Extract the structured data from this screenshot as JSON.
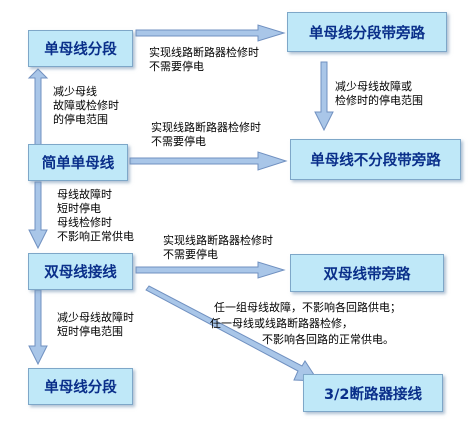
{
  "boxes": {
    "single_busbar_sectioned_top": "单母线分段",
    "single_busbar_sectioned_bypass": "单母线分段带旁路",
    "simple_single_busbar": "简单单母线",
    "single_busbar_unsectioned_bypass": "单母线不分段带旁路",
    "double_busbar": "双母线接线",
    "double_busbar_bypass": "双母线带旁路",
    "single_busbar_sectioned_bottom": "单母线分段",
    "breaker_3_2": "3/2断路器接线"
  },
  "notes": {
    "top_horizontal": [
      "实现线路断路器检修时",
      "不需要停电"
    ],
    "right_top_vertical": [
      "减少母线故障或",
      "检修时的停电范围"
    ],
    "left_top_vertical": [
      "减少母线",
      "故障或检修时",
      "的停电范围"
    ],
    "middle_horizontal": [
      "实现线路断路器检修时",
      "不需要停电"
    ],
    "left_middle_vertical": [
      "母线故障时",
      "短时停电",
      "母线检修时",
      "不影响正常供电"
    ],
    "lower_horizontal": [
      "实现线路断路器检修时",
      "不需要停电"
    ],
    "left_bottom_vertical": [
      "减少母线故障时",
      "短时停电范围"
    ],
    "diagonal": [
      "任一组母线故障，不影响各回路供电；",
      "任一母线或线路断路器检修，",
      "不影响各回路的正常供电。"
    ]
  },
  "colors": {
    "box_fill": "#bfe8f8",
    "box_border": "#7ea7c8",
    "box_text": "#0a2f8a",
    "arrow_fill": "#a9c6e8",
    "arrow_stroke": "#7090c0"
  }
}
